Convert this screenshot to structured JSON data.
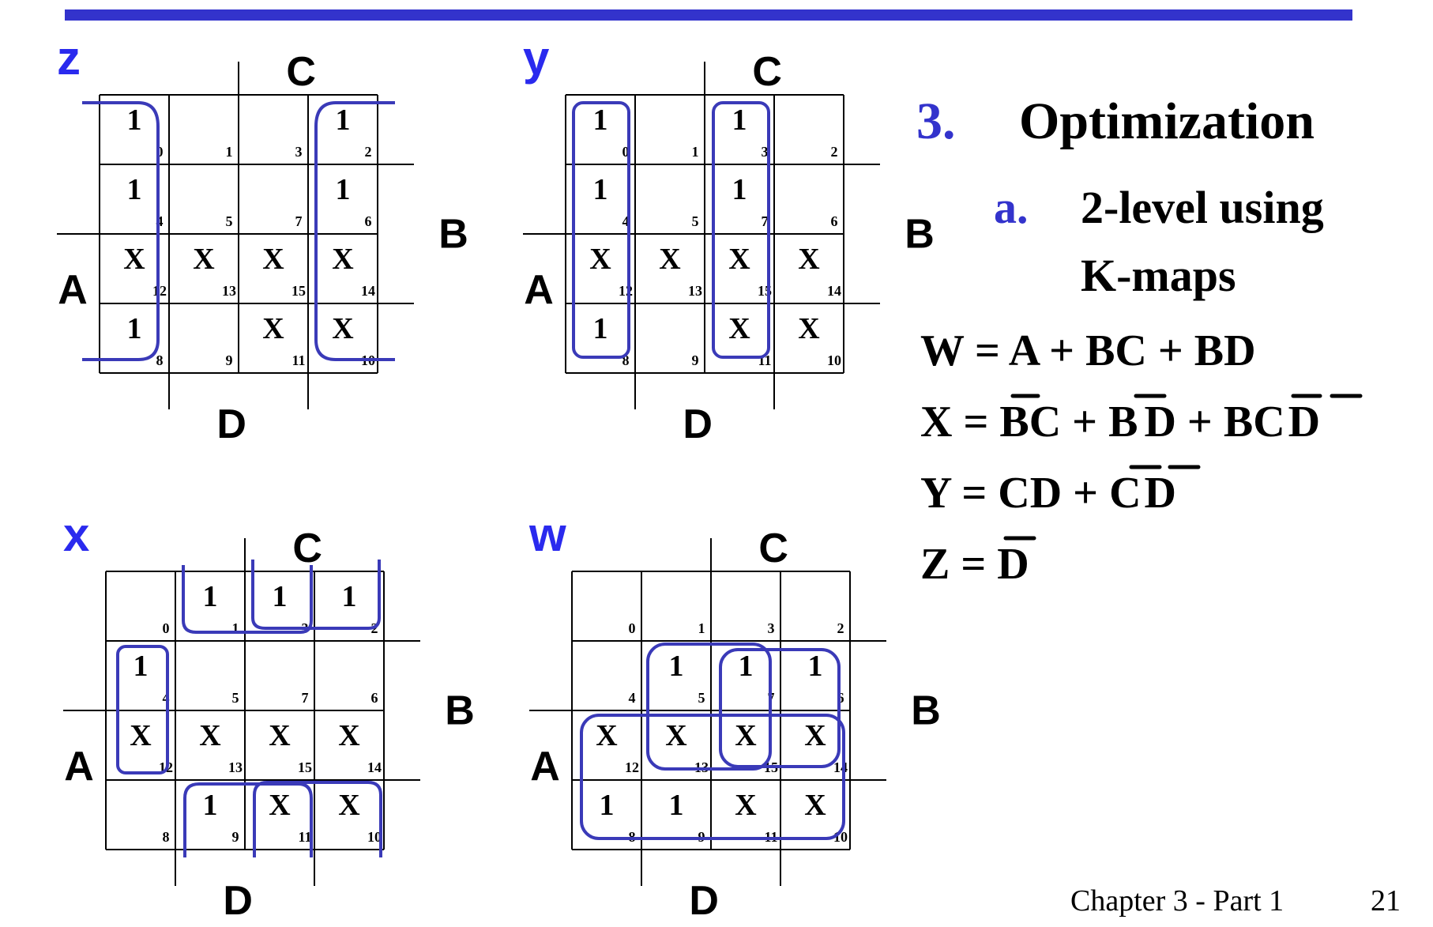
{
  "colors": {
    "accent_blue": "#3333cc",
    "map_letter_blue": "#2a2aee",
    "loop_blue": "#3a3ab8",
    "text": "#000000"
  },
  "kmaps": [
    {
      "id": "z",
      "name": "z",
      "label_c": "C",
      "label_b": "B",
      "label_a": "A",
      "label_d": "D",
      "cells": [
        [
          "1",
          "",
          "",
          "1"
        ],
        [
          "1",
          "",
          "",
          "1"
        ],
        [
          "X",
          "X",
          "X",
          "X"
        ],
        [
          "1",
          "",
          "X",
          "X"
        ]
      ],
      "minterms": [
        [
          0,
          1,
          3,
          2
        ],
        [
          4,
          5,
          7,
          6
        ],
        [
          12,
          13,
          15,
          14
        ],
        [
          8,
          9,
          11,
          10
        ]
      ]
    },
    {
      "id": "y",
      "name": "y",
      "label_c": "C",
      "label_b": "B",
      "label_a": "A",
      "label_d": "D",
      "cells": [
        [
          "1",
          "",
          "1",
          ""
        ],
        [
          "1",
          "",
          "1",
          ""
        ],
        [
          "X",
          "X",
          "X",
          "X"
        ],
        [
          "1",
          "",
          "X",
          "X"
        ]
      ],
      "minterms": [
        [
          0,
          1,
          3,
          2
        ],
        [
          4,
          5,
          7,
          6
        ],
        [
          12,
          13,
          15,
          14
        ],
        [
          8,
          9,
          11,
          10
        ]
      ]
    },
    {
      "id": "x",
      "name": "x",
      "label_c": "C",
      "label_b": "B",
      "label_a": "A",
      "label_d": "D",
      "cells": [
        [
          "",
          "1",
          "1",
          "1"
        ],
        [
          "1",
          "",
          "",
          ""
        ],
        [
          "X",
          "X",
          "X",
          "X"
        ],
        [
          "",
          "1",
          "X",
          "X"
        ]
      ],
      "minterms": [
        [
          0,
          1,
          3,
          2
        ],
        [
          4,
          5,
          7,
          6
        ],
        [
          12,
          13,
          15,
          14
        ],
        [
          8,
          9,
          11,
          10
        ]
      ]
    },
    {
      "id": "w",
      "name": "w",
      "label_c": "C",
      "label_b": "B",
      "label_a": "A",
      "label_d": "D",
      "cells": [
        [
          "",
          "",
          "",
          ""
        ],
        [
          "",
          "1",
          "1",
          "1"
        ],
        [
          "X",
          "X",
          "X",
          "X"
        ],
        [
          "1",
          "1",
          "X",
          "X"
        ]
      ],
      "minterms": [
        [
          0,
          1,
          3,
          2
        ],
        [
          4,
          5,
          7,
          6
        ],
        [
          12,
          13,
          15,
          14
        ],
        [
          8,
          9,
          11,
          10
        ]
      ]
    }
  ],
  "heading": {
    "number": "3.",
    "title": "Optimization",
    "sub_letter": "a.",
    "sub_line1": "2-level using",
    "sub_line2": "K-maps"
  },
  "equations": {
    "w": "W = A + BC + BD",
    "x_lhs": "X = ",
    "x_t1a": "B",
    "x_t1b": "C",
    "x_plus1": " + ",
    "x_t2a": "B",
    "x_t2b": "D",
    "x_plus2": " + ",
    "x_t3a": "B",
    "x_t3b": "C",
    "x_t3c": "D",
    "y_lhs": "Y = CD + ",
    "y_t2a": "C",
    "y_t2b": "D",
    "z_lhs": "Z = ",
    "z_t1": "D"
  },
  "footer": {
    "chapter": "Chapter 3 - Part 1",
    "page": "21"
  }
}
